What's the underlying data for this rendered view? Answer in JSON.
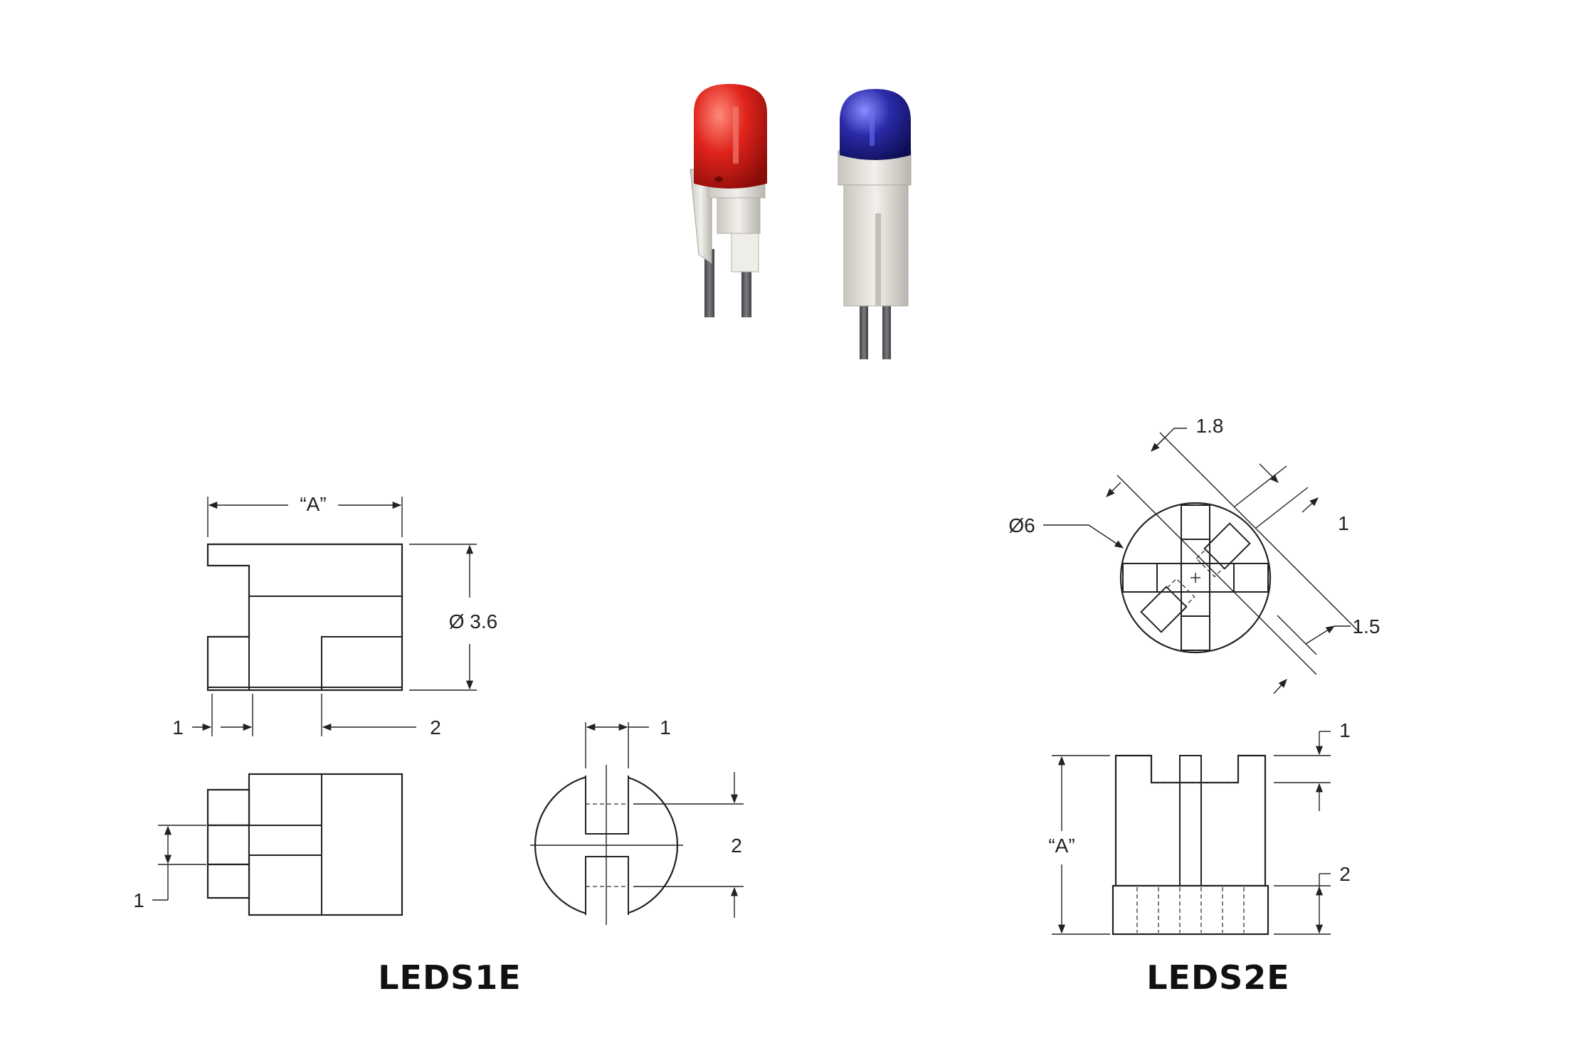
{
  "products": {
    "left": {
      "name": "LEDS1E"
    },
    "right": {
      "name": "LEDS2E"
    }
  },
  "leds1e": {
    "front": {
      "dim_a": "“A”",
      "dim_dia": "Ø 3.6",
      "dim_slot": "1",
      "dim_step": "2"
    },
    "side": {
      "dim_gap": "1"
    },
    "end": {
      "dim_width": "1",
      "dim_depth": "2"
    }
  },
  "leds2e": {
    "top": {
      "dim_dia": "Ø6",
      "dim_diag": "1.8",
      "dim_leg": "1",
      "dim_slot": "1.5"
    },
    "side": {
      "dim_a": "“A”",
      "dim_top": "1",
      "dim_base": "2"
    }
  },
  "colors": {
    "led_red": "#e0241c",
    "led_blue": "#2a2aa8",
    "holder": "#e6e4df",
    "lead": "#5a5c60"
  }
}
